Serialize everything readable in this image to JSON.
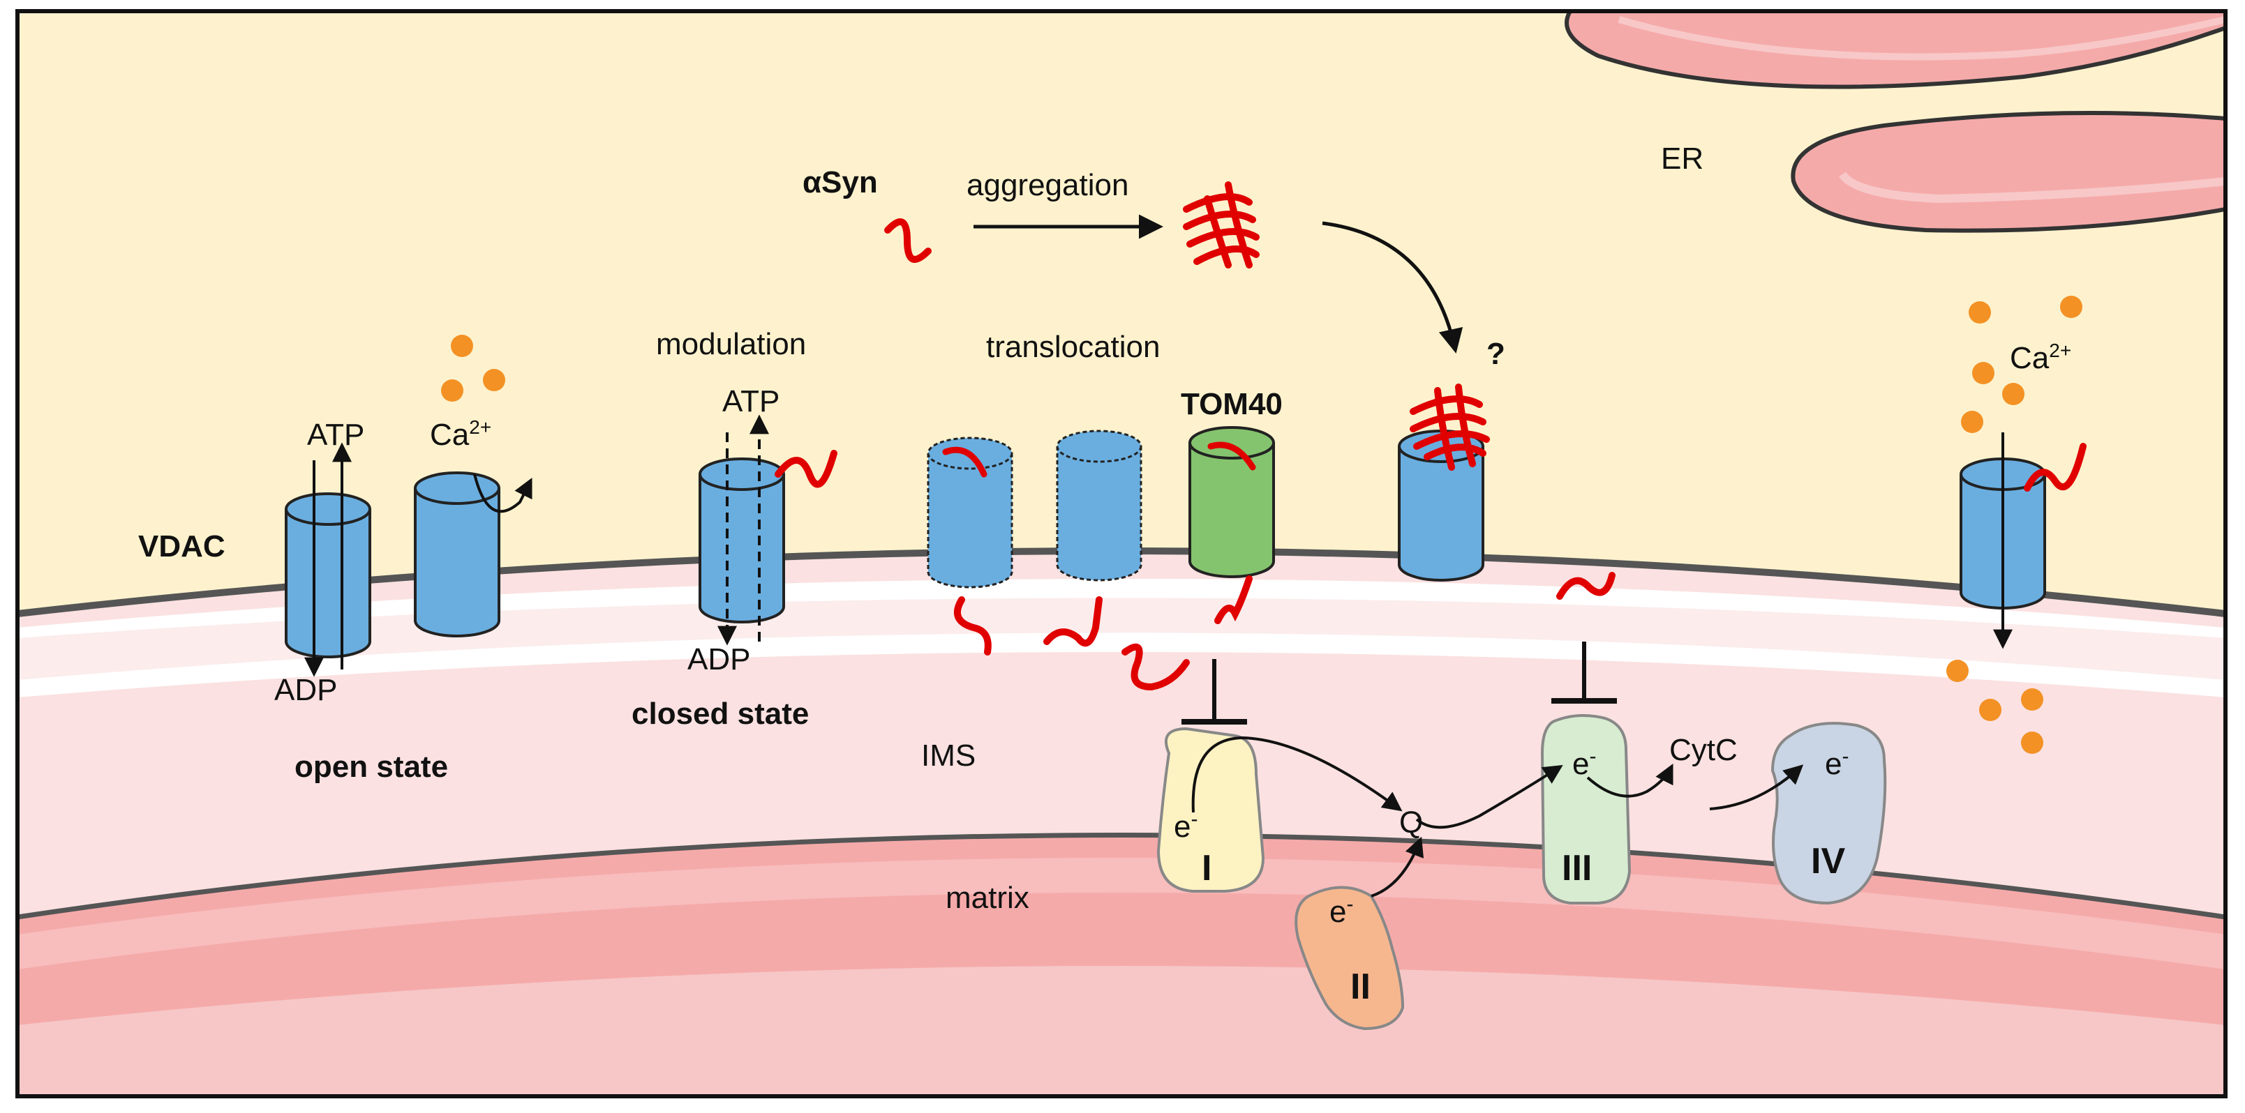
{
  "labels": {
    "er": "ER",
    "asyn": "αSyn",
    "aggregation": "aggregation",
    "question": "?",
    "modulation": "modulation",
    "translocation": "translocation",
    "tom40": "TOM40",
    "vdac": "VDAC",
    "atp": "ATP",
    "adp": "ADP",
    "ca_base": "Ca",
    "ca_sup": "2+",
    "open_state": "open state",
    "closed_state": "closed state",
    "ims": "IMS",
    "matrix": "matrix",
    "q": "Q",
    "cytc": "CytC",
    "electron": "e",
    "electron_sup": "-",
    "complex_i": "I",
    "complex_ii": "II",
    "complex_iii": "III",
    "complex_iv": "IV"
  },
  "colors": {
    "cytosol": "#fdf2cd",
    "outer_membrane": "#555555",
    "ims": "#fbe1e1",
    "matrix": "#f5aaaa",
    "er": "#f5aaaa",
    "vdac": "#6aaee0",
    "tom40": "#85c46e",
    "asyn": "#e00000",
    "calcium": "#f39124",
    "complex_i": "#fdf2c2",
    "complex_ii": "#f6b78f",
    "complex_iii": "#d7ecd0",
    "complex_iv": "#c9d4e4"
  },
  "icons": [
    "vdac-channel",
    "tom40-channel",
    "asyn-monomer",
    "asyn-aggregate",
    "calcium-ion",
    "inhibition-bar"
  ]
}
